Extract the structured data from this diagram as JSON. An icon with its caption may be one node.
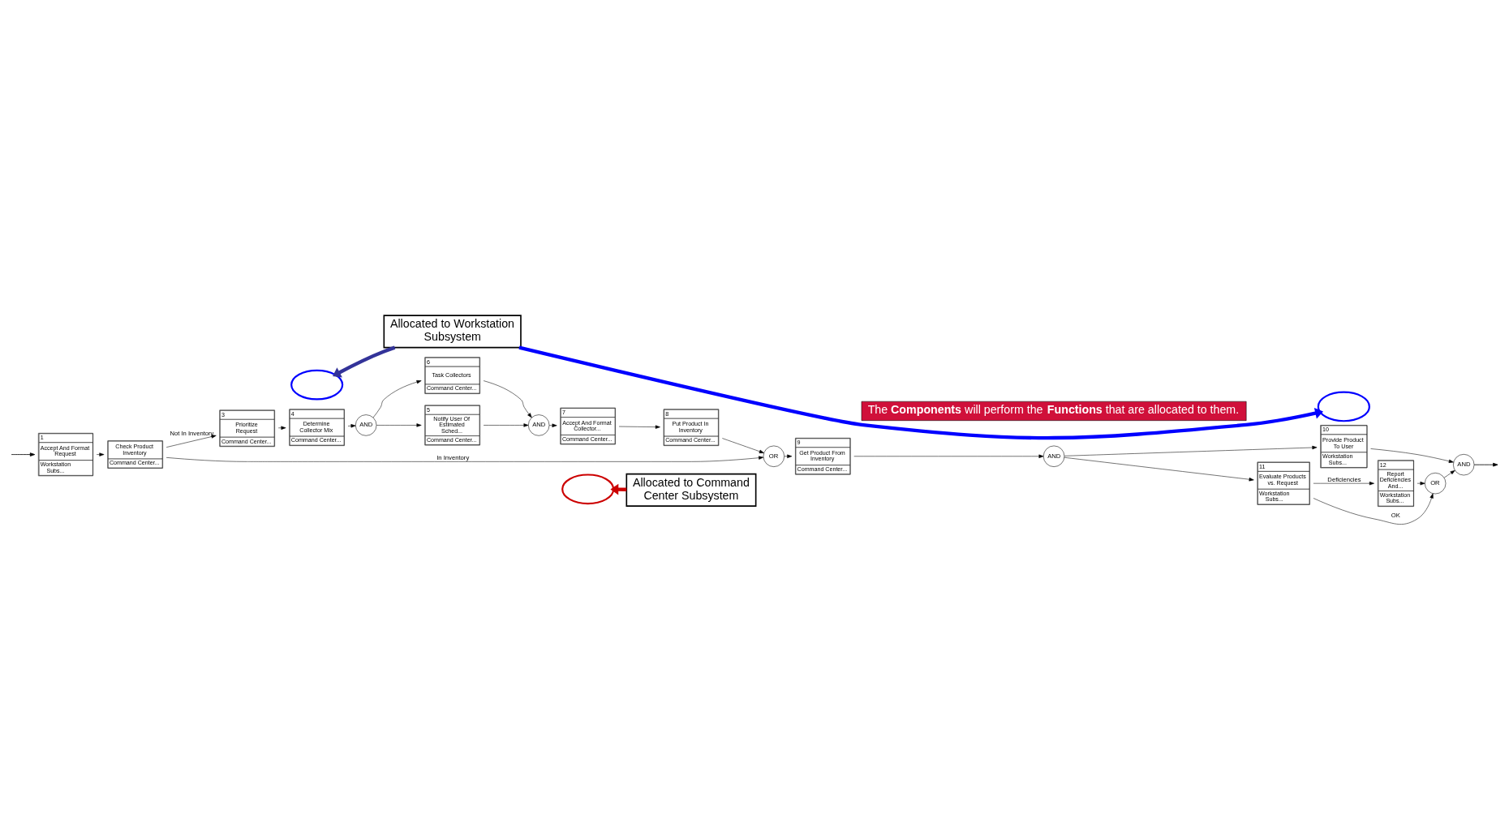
{
  "diagram": {
    "nodes": [
      {
        "text": [
          "Allocated to Command Center Subsystem"
        ]
      },
      {
        "text": [],
        "shape": "ellipse"
      },
      {
        "text": [],
        "shape": "ellipse"
      },
      {
        "text": [],
        "shape": "ellipse"
      },
      {
        "text": [
          "1",
          "Accept And Format Request",
          "Workstation Subs..."
        ]
      },
      {
        "text": [
          "Check Product Inventory",
          "Command Center..."
        ]
      },
      {
        "text": [
          "3",
          "Prioritize Request",
          "Command Center..."
        ]
      },
      {
        "text": [
          "4",
          "Determine Collector Mix",
          "Command Center..."
        ]
      },
      {
        "text": [
          "AND"
        ]
      },
      {
        "text": [
          "5",
          "Notify User Of Estimated Sched...",
          "Command Center..."
        ]
      },
      {
        "text": [
          "6",
          "Task Collectors",
          "Command Center..."
        ]
      },
      {
        "text": [
          "AND"
        ]
      },
      {
        "text": [
          "7",
          "Accept And Format Collector...",
          "Command Center..."
        ]
      },
      {
        "text": [
          "8",
          "Put Product In Inventory",
          "Command Center..."
        ]
      },
      {
        "text": [
          "OR"
        ]
      },
      {
        "text": [
          "9",
          "Get Product From Inventory",
          "Command Center..."
        ]
      },
      {
        "text": [
          "AND"
        ]
      },
      {
        "text": [
          "10",
          "Provide Product To User",
          "Workstation Subs..."
        ]
      },
      {
        "text": [
          "11",
          "Evaluate Products vs. Request",
          "Workstation Subs..."
        ]
      },
      {
        "text": [
          "12",
          "Report Deficiencies And...",
          "Workstation Subs..."
        ]
      },
      {
        "text": [
          "OR"
        ]
      },
      {
        "text": [
          "AND"
        ]
      },
      {
        "text": [
          "Allocated to Workstation Subsystem"
        ]
      },
      {
        "text": [
          "The **Components** will perform the **Functions** that are allocated to them."
        ]
      }
    ],
    "edges": [
      {
        "from": null,
        "to": 4,
        "arrow": "to"
      },
      {
        "from": 4,
        "to": 5,
        "arrow": "to"
      },
      {
        "from": 5,
        "to": 14,
        "arrow": "to",
        "label": "In Inventory"
      },
      {
        "from": 5,
        "to": 6,
        "arrow": "to",
        "label": "Not In Inventory"
      },
      {
        "from": 6,
        "to": 7,
        "arrow": "to"
      },
      {
        "from": 7,
        "to": 8,
        "arrow": "to"
      },
      {
        "from": 8,
        "to": 9,
        "arrow": "to"
      },
      {
        "from": 8,
        "to": 10,
        "arrow": "to"
      },
      {
        "from": 9,
        "to": 11,
        "arrow": "to"
      },
      {
        "from": 10,
        "to": 11,
        "arrow": "to"
      },
      {
        "from": 11,
        "to": 12,
        "arrow": "to"
      },
      {
        "from": 12,
        "to": 13,
        "arrow": "to"
      },
      {
        "from": 13,
        "to": 14,
        "arrow": "to"
      },
      {
        "from": 14,
        "to": 15,
        "arrow": "to"
      },
      {
        "from": 15,
        "to": 16,
        "arrow": "to"
      },
      {
        "from": 16,
        "to": 17,
        "arrow": "to"
      },
      {
        "from": 16,
        "to": 18,
        "arrow": "to"
      },
      {
        "from": 18,
        "to": 19,
        "arrow": "to",
        "label": "Deficiencies"
      },
      {
        "from": 18,
        "to": 20,
        "arrow": "to",
        "label": "OK"
      },
      {
        "from": 19,
        "to": 20,
        "arrow": "to"
      },
      {
        "from": 17,
        "to": 21,
        "arrow": "to"
      },
      {
        "from": 20,
        "to": 21,
        "arrow": "to"
      },
      {
        "from": 21,
        "to": null,
        "arrow": "to"
      },
      {
        "from": 0,
        "to": 2,
        "arrow": "to",
        "style": "thick",
        "color": "#cc0000"
      },
      {
        "from": 22,
        "to": 1,
        "arrow": "to",
        "style": "thick",
        "color": "#333399"
      },
      {
        "from": 22,
        "to": 3,
        "arrow": "to",
        "style": "thick",
        "color": "#0000ff"
      }
    ]
  }
}
